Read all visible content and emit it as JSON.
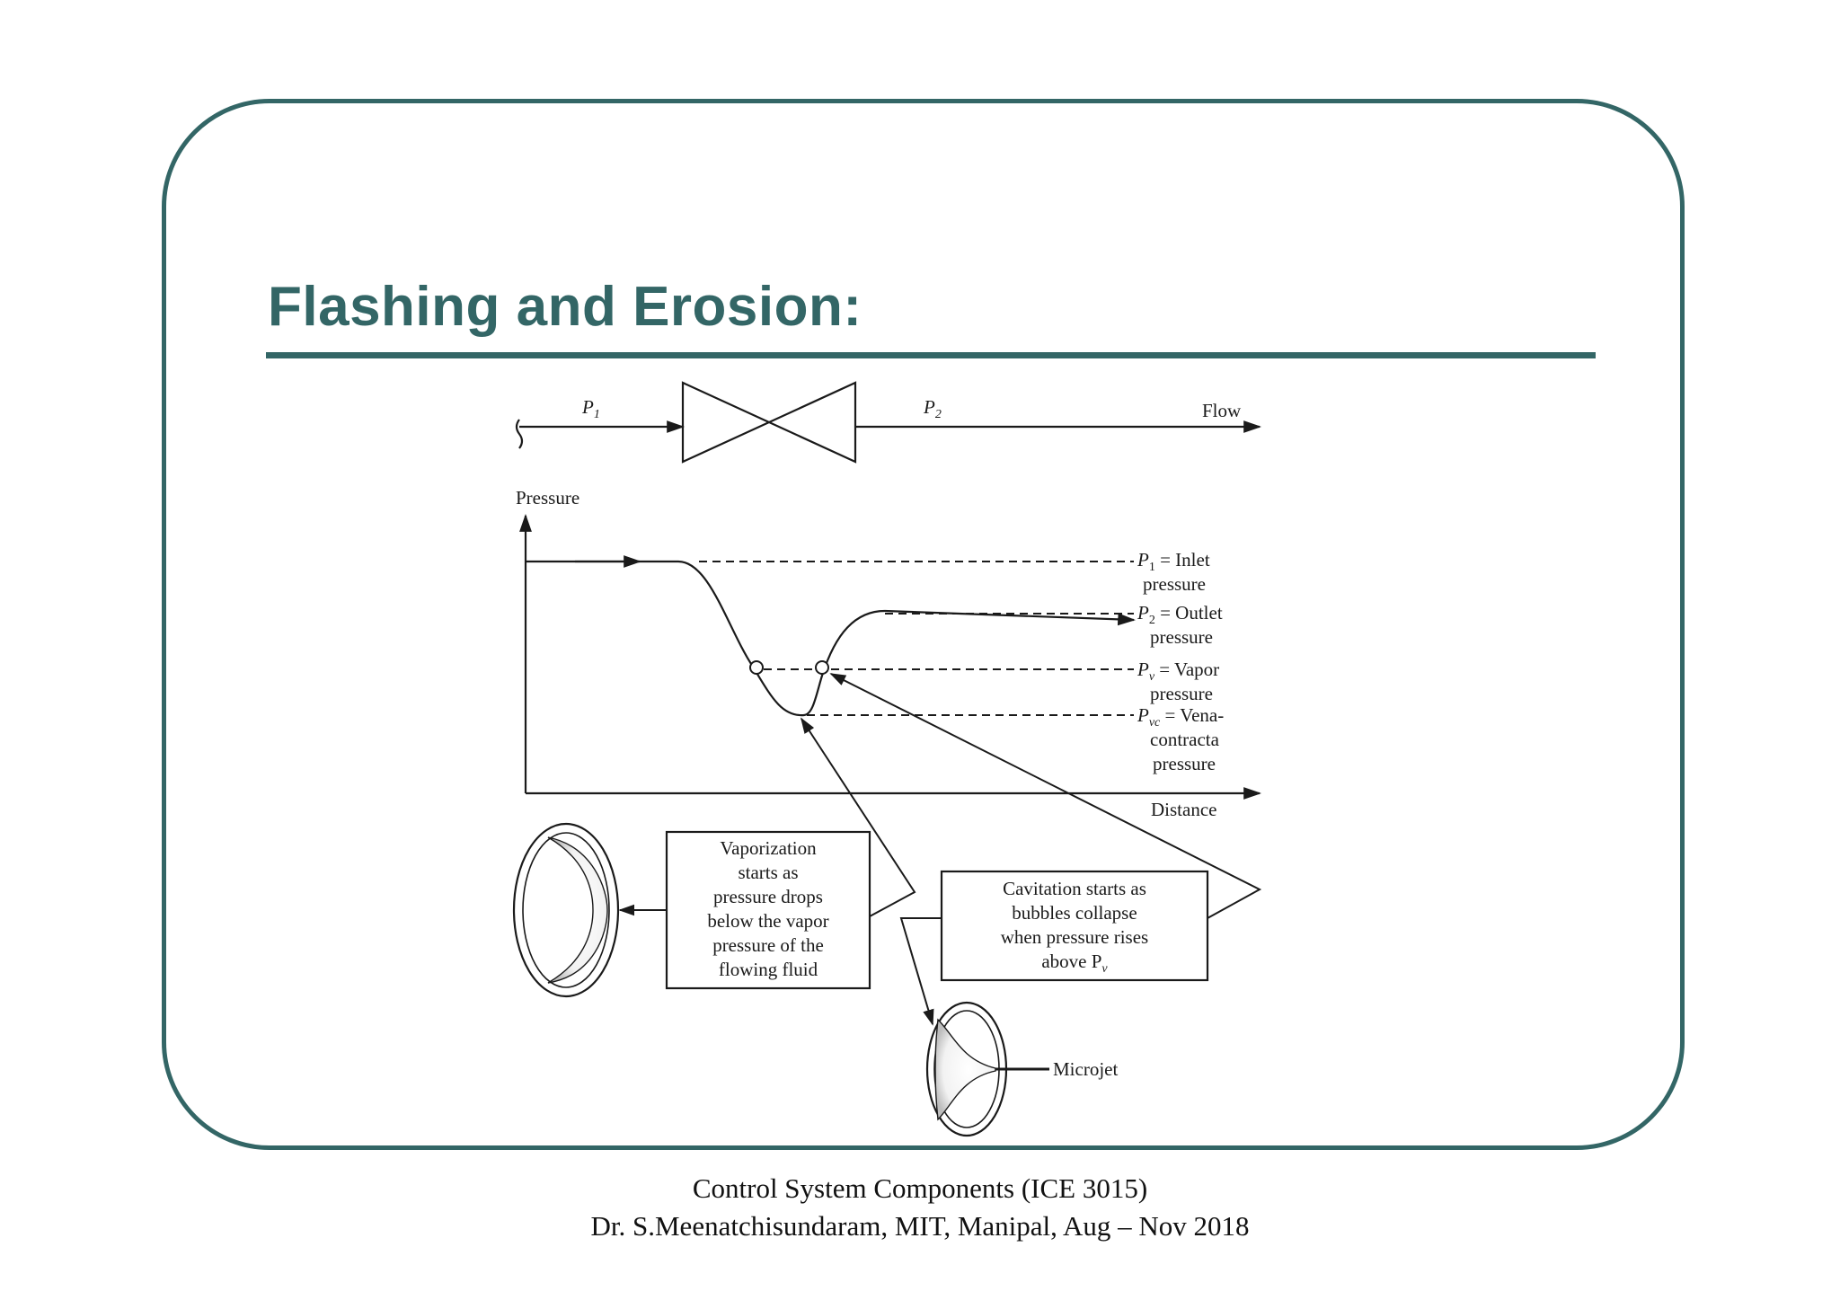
{
  "slide": {
    "title": "Flashing and Erosion:"
  },
  "diagram": {
    "pipe": {
      "p1_label": "P",
      "p1_sub": "1",
      "p2_label": "P",
      "p2_sub": "2",
      "flow_label": "Flow"
    },
    "graph": {
      "y_axis_label": "Pressure",
      "x_axis_label": "Distance",
      "levels": [
        {
          "symbol": "P",
          "sub": "1",
          "line1": " = Inlet",
          "line2": "pressure",
          "line3": ""
        },
        {
          "symbol": "P",
          "sub": "2",
          "line1": " = Outlet",
          "line2": "pressure",
          "line3": ""
        },
        {
          "symbol": "P",
          "sub": "v",
          "line1": " = Vapor",
          "line2": "pressure",
          "line3": ""
        },
        {
          "symbol": "P",
          "sub": "vc",
          "line1": " = Vena-",
          "line2": "contracta",
          "line3": "pressure"
        }
      ]
    },
    "callouts": {
      "vaporization": [
        "Vaporization",
        "starts as",
        "pressure drops",
        "below the vapor",
        "pressure of the",
        "flowing fluid"
      ],
      "cavitation": [
        "Cavitation starts as",
        "bubbles collapse",
        "when pressure rises",
        "above P"
      ],
      "cavitation_sub": "v",
      "microjet_label": "Microjet"
    }
  },
  "footer": {
    "line1": "Control System Components (ICE 3015)",
    "line2": "Dr. S.Meenatchisundaram, MIT, Manipal, Aug – Nov 2018"
  }
}
